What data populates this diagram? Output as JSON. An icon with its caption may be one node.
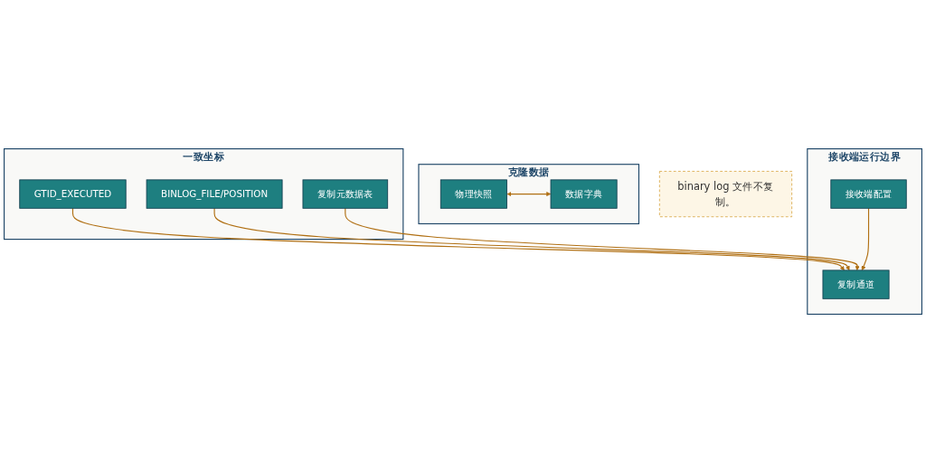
{
  "diagram": {
    "nodes": [
      {
        "text": [
          "克隆数据"
        ]
      },
      {
        "text": [
          "物理快照"
        ],
        "in": 0
      },
      {
        "text": [
          "数据字典"
        ],
        "in": 0
      },
      {
        "text": [
          "一致坐标"
        ]
      },
      {
        "text": [
          "GTID_EXECUTED"
        ],
        "in": 3
      },
      {
        "text": [
          "BINLOG_FILE/POSITION"
        ],
        "in": 3
      },
      {
        "text": [
          "复制元数据表"
        ],
        "in": 3
      },
      {
        "text": [
          "接收端运行边界"
        ]
      },
      {
        "text": [
          "接收端配置"
        ],
        "in": 7
      },
      {
        "text": [
          "复制通道"
        ],
        "in": 7
      },
      {
        "text": [
          "binary log 文件不复制。"
        ]
      }
    ],
    "edges": [
      {
        "from": 1,
        "to": 2,
        "arrow": "both"
      },
      {
        "from": 4,
        "to": 9,
        "arrow": "to"
      },
      {
        "from": 5,
        "to": 9,
        "arrow": "to"
      },
      {
        "from": 6,
        "to": 9,
        "arrow": "to"
      },
      {
        "from": 8,
        "to": 9,
        "arrow": "to"
      }
    ]
  }
}
